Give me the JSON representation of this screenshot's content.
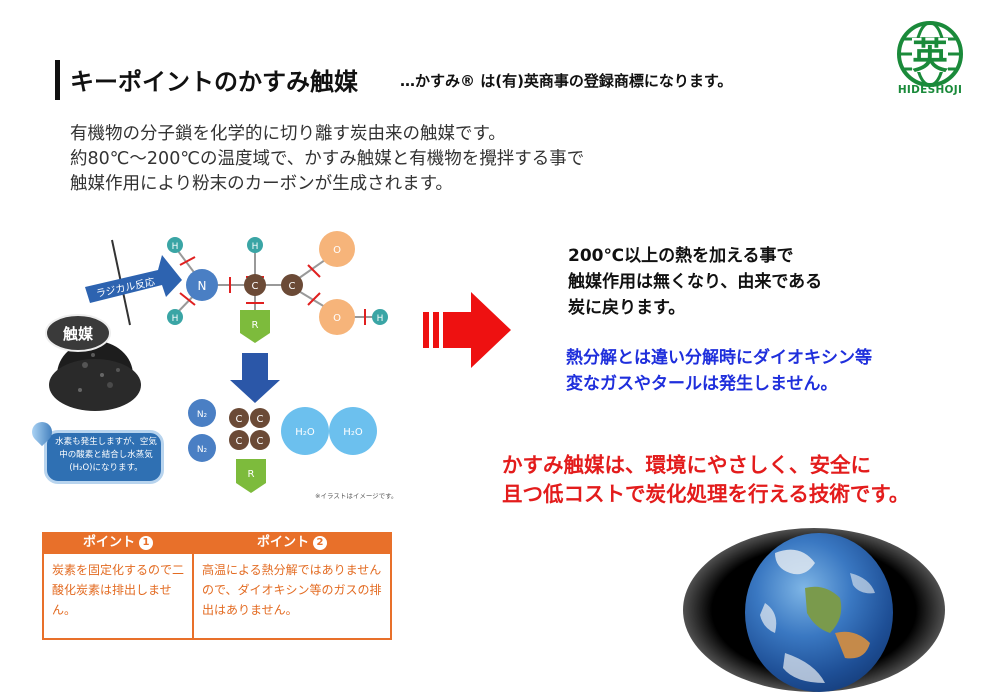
{
  "header": {
    "title": "キーポイントのかすみ触媒",
    "trademark": "…かすみ® は(有)英商事の登録商標になります。"
  },
  "logo": {
    "glyph": "英",
    "text": "HIDESHOJI",
    "color": "#1a8a3a"
  },
  "intro": {
    "line1": "有機物の分子鎖を化学的に切り離す炭由来の触媒です。",
    "line2": "約80℃～200℃の温度域で、かすみ触媒と有機物を攪拌する事で",
    "line3": "触媒作用により粉末のカーボンが生成されます。"
  },
  "diagram": {
    "catalyst_label": "触媒",
    "radical_label": "ラジカル反応",
    "atoms_top": {
      "h": "H",
      "n": "N",
      "c": "C",
      "o": "O",
      "r": "R"
    },
    "atoms_bottom": {
      "n2": "N₂",
      "c": "C",
      "h2o": "H₂O",
      "r": "R"
    },
    "bubble_text": "水素も発生しますが、空気中の酸素と結合し水蒸気(H₂O)になります。",
    "note": "※イラストはイメージです。"
  },
  "points": [
    {
      "label": "ポイント",
      "number": "1",
      "text": "炭素を固定化するので二酸化炭素は排出しません。"
    },
    {
      "label": "ポイント",
      "number": "2",
      "text": "高温による熱分解ではありませんので、ダイオキシン等のガスの排出はありません。"
    }
  ],
  "right": {
    "heat": [
      "200℃以上の熱を加える事で",
      "触媒作用は無くなり、由来である",
      "炭に戻ります。"
    ],
    "blue": [
      "熱分解とは違い分解時にダイオキシン等",
      "変なガスやタールは発生しません。"
    ],
    "red": [
      "かすみ触媒は、環境にやさしく、安全に",
      "且つ低コストで炭化処理を行える技術です。"
    ]
  },
  "colors": {
    "accent_orange": "#e8702a",
    "blue_text": "#1f2fdc",
    "red_text": "#e31c1c",
    "arrow_red": "#ee1111"
  }
}
